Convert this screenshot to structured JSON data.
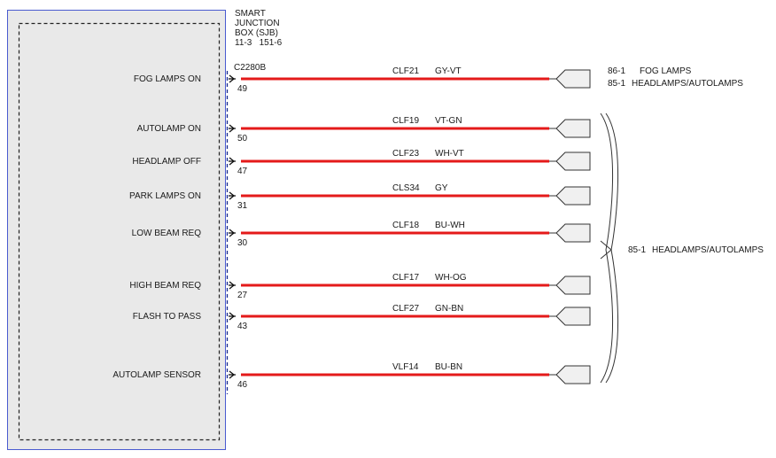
{
  "module": {
    "title_lines": [
      "SMART",
      "JUNCTION",
      "BOX (SJB)",
      "11-3   151-6"
    ],
    "connector": "C2280B"
  },
  "colors": {
    "wire": "#e41a1a",
    "module_border": "#4a5bd0",
    "module_fill": "#e9e9e9",
    "connector_fill": "#f0f0f0"
  },
  "circuits": [
    {
      "signal": "FOG LAMPS ON",
      "pin": "49",
      "circuit": "CLF21",
      "color": "GY-VT"
    },
    {
      "signal": "AUTOLAMP ON",
      "pin": "50",
      "circuit": "CLF19",
      "color": "VT-GN"
    },
    {
      "signal": "HEADLAMP OFF",
      "pin": "47",
      "circuit": "CLF23",
      "color": "WH-VT"
    },
    {
      "signal": "PARK LAMPS ON",
      "pin": "31",
      "circuit": "CLS34",
      "color": "GY"
    },
    {
      "signal": "LOW BEAM REQ",
      "pin": "30",
      "circuit": "CLF18",
      "color": "BU-WH"
    },
    {
      "signal": "HIGH BEAM REQ",
      "pin": "27",
      "circuit": "CLF17",
      "color": "WH-OG"
    },
    {
      "signal": "FLASH TO PASS",
      "pin": "43",
      "circuit": "CLF27",
      "color": "GN-BN"
    },
    {
      "signal": "AUTOLAMP SENSOR",
      "pin": "46",
      "circuit": "VLF14",
      "color": "BU-BN"
    }
  ],
  "destinations": {
    "first": [
      {
        "ref": "86-1",
        "name": "FOG LAMPS"
      },
      {
        "ref": "85-1",
        "name": "HEADLAMPS/AUTOLAMPS"
      }
    ],
    "group": {
      "ref": "85-1",
      "name": "HEADLAMPS/AUTOLAMPS"
    }
  }
}
